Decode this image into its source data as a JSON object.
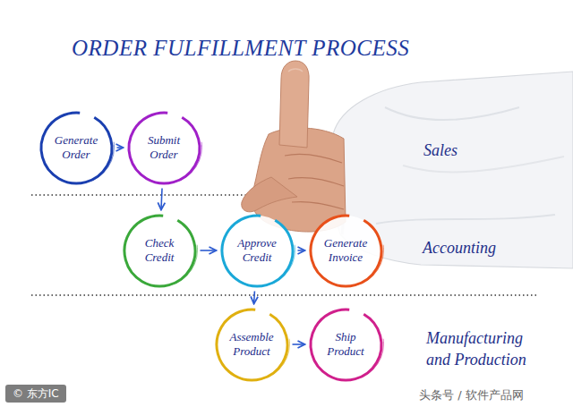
{
  "diagram": {
    "title": "ORDER FULFILLMENT PROCESS",
    "nodes": [
      {
        "text": [
          "Generate Order"
        ]
      },
      {
        "text": [
          "Submit Order"
        ]
      },
      {
        "text": [
          "Check Credit"
        ]
      },
      {
        "text": [
          "Approve Credit"
        ]
      },
      {
        "text": [
          "Generate Invoice"
        ]
      },
      {
        "text": [
          "Assemble Product"
        ]
      },
      {
        "text": [
          "Ship Product"
        ]
      }
    ],
    "edges": [
      {
        "from": 0,
        "to": 1,
        "arrow": "to"
      },
      {
        "from": 1,
        "to": 2,
        "arrow": "to"
      },
      {
        "from": 2,
        "to": 3,
        "arrow": "to"
      },
      {
        "from": 3,
        "to": 4,
        "arrow": "to"
      },
      {
        "from": 3,
        "to": 5,
        "arrow": "to"
      },
      {
        "from": 5,
        "to": 6,
        "arrow": "to"
      }
    ],
    "labels": [
      "Sales",
      "Accounting",
      "Manufacturing and Production",
      "© 东方IC",
      "头条号 / 软件产品网"
    ]
  }
}
